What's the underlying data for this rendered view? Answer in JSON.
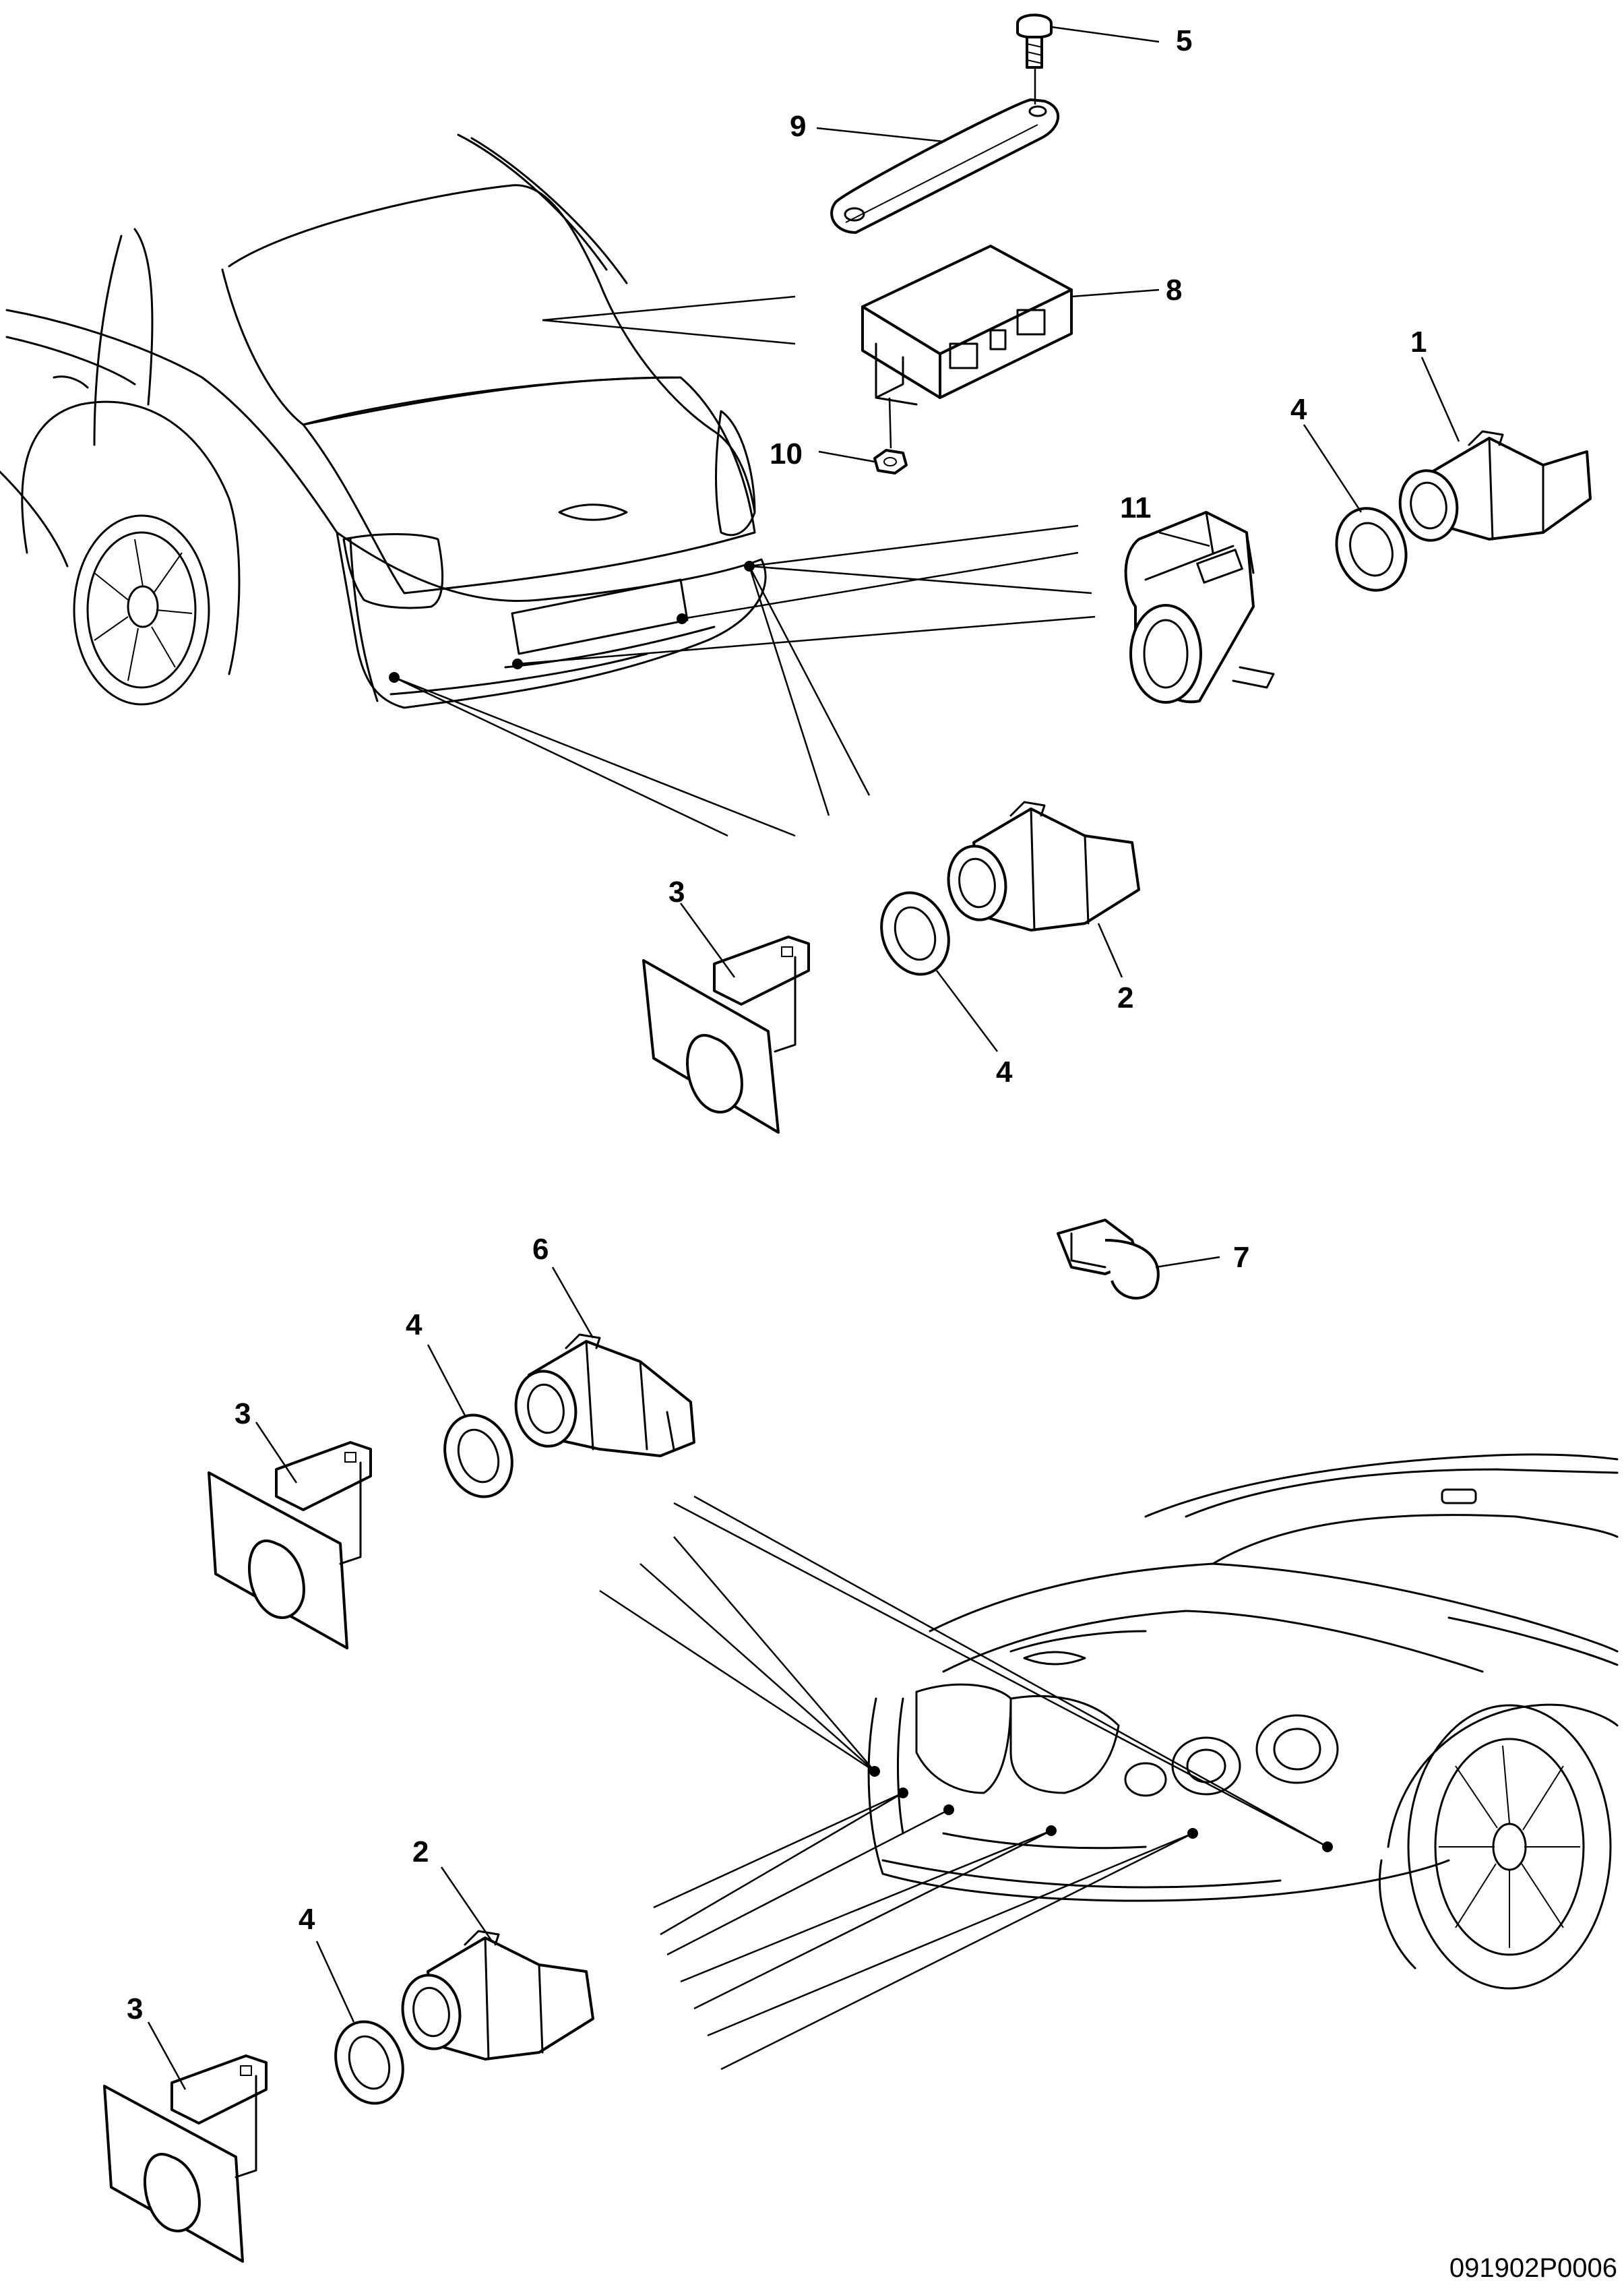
{
  "callouts": {
    "c1": "1",
    "c2a": "2",
    "c2b": "2",
    "c3a": "3",
    "c3b": "3",
    "c3c": "3",
    "c4a": "4",
    "c4b": "4",
    "c4c": "4",
    "c4d": "4",
    "c5": "5",
    "c6": "6",
    "c7": "7",
    "c8": "8",
    "c9": "9",
    "c10": "10",
    "c11": "11"
  },
  "drawing_number": "091902P0006"
}
